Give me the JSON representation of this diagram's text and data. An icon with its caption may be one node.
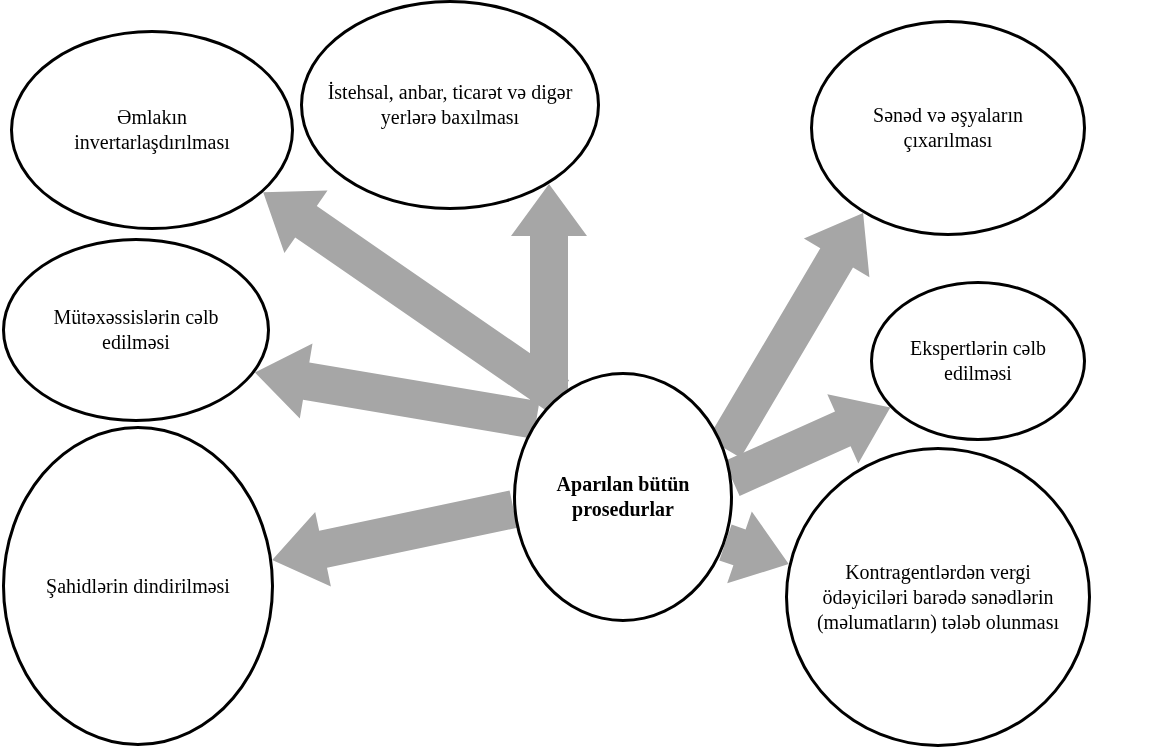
{
  "diagram": {
    "nodes": [
      {
        "text": [
          "Aparılan bütün prosedurlar"
        ]
      },
      {
        "text": [
          "Əmlakın invertarlaşdırılması"
        ]
      },
      {
        "text": [
          "İstehsal, anbar, ticarət və digər yerlərə baxılması"
        ]
      },
      {
        "text": [
          "Sənəd və əşyaların çıxarılması"
        ]
      },
      {
        "text": [
          "Mütəxəssislərin cəlb edilməsi"
        ]
      },
      {
        "text": [
          "Şahidlərin dindirilməsi"
        ]
      },
      {
        "text": [
          "Ekspertlərin cəlb edilməsi"
        ]
      },
      {
        "text": [
          "Kontragentlərdən vergi ödəyiciləri barədə sənədlərin (məlumatların) tələb olunması"
        ]
      }
    ],
    "edges": [
      {
        "from": 0,
        "to": 1,
        "arrow": "to"
      },
      {
        "from": 0,
        "to": 2,
        "arrow": "to"
      },
      {
        "from": 0,
        "to": 3,
        "arrow": "to"
      },
      {
        "from": 0,
        "to": 4,
        "arrow": "to"
      },
      {
        "from": 0,
        "to": 5,
        "arrow": "to"
      },
      {
        "from": 0,
        "to": 6,
        "arrow": "to"
      },
      {
        "from": 0,
        "to": 7,
        "arrow": "to"
      }
    ]
  }
}
